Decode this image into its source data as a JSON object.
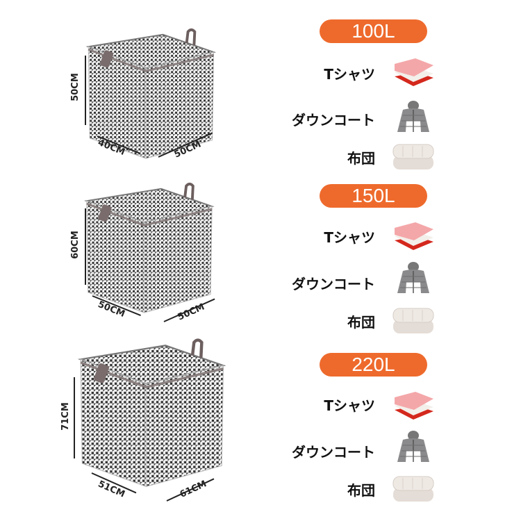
{
  "colors": {
    "accent": "#ee6a2c"
  },
  "boxes": [
    {
      "height": "50CM",
      "width": "40CM",
      "depth": "50CM"
    },
    {
      "height": "60CM",
      "width": "50CM",
      "depth": "50CM"
    },
    {
      "height": "71CM",
      "width": "51CM",
      "depth": "61CM"
    }
  ],
  "capacities": [
    {
      "label": "100L",
      "items": [
        "Tシャツ",
        "ダウンコート",
        "布団"
      ]
    },
    {
      "label": "150L",
      "items": [
        "Tシャツ",
        "ダウンコート",
        "布団"
      ]
    },
    {
      "label": "220L",
      "items": [
        "Tシャツ",
        "ダウンコート",
        "布団"
      ]
    }
  ]
}
